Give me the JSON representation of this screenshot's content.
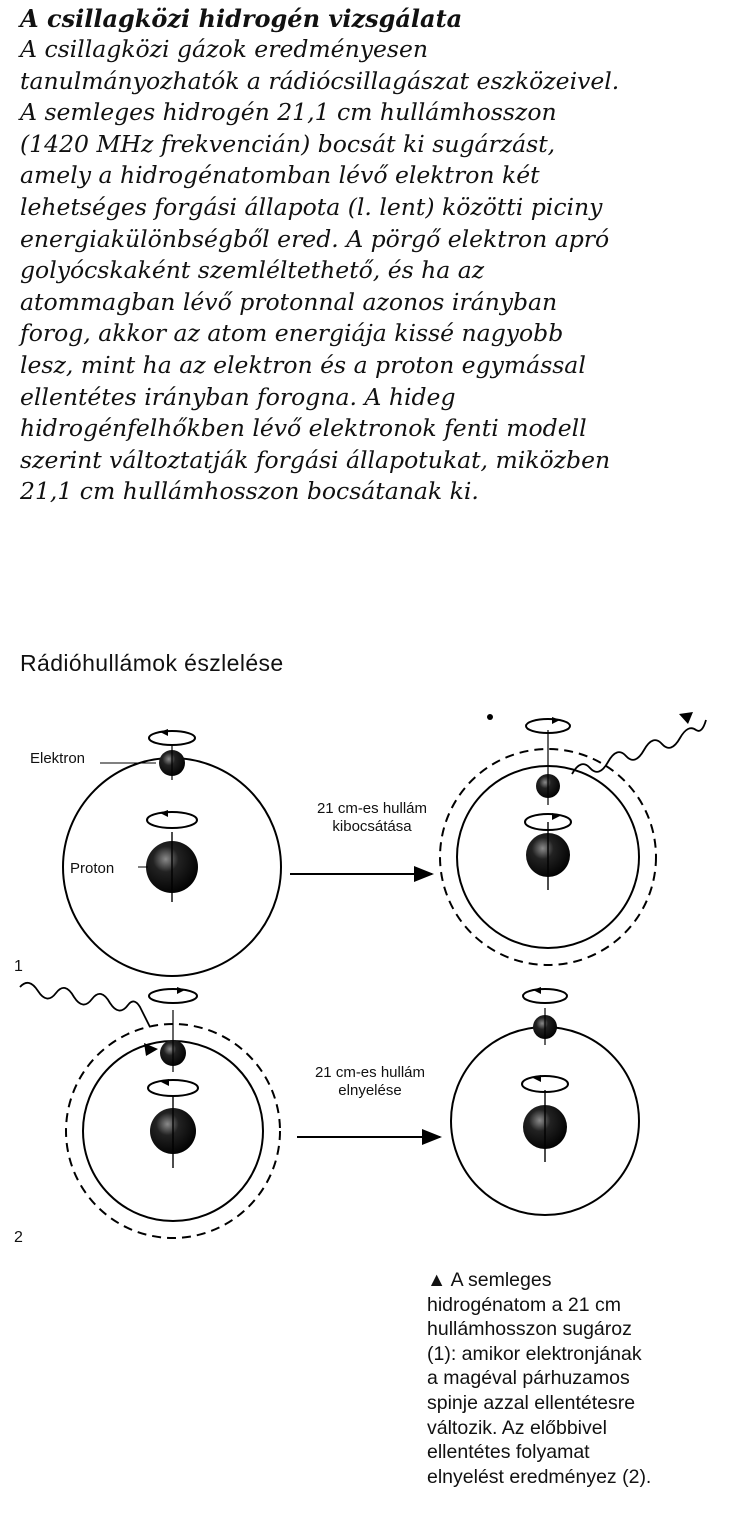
{
  "article": {
    "title": "A csillagközi hidrogén vizsgálata",
    "lines": [
      "A csillagközi gázok eredményesen",
      "tanulmányozhatók a rádiócsillagászat eszközeivel.",
      "A semleges hidrogén 21,1 cm hullámhosszon",
      "(1420 MHz frekvencián) bocsát ki sugárzást,",
      "amely a hidrogénatomban lévő elektron két",
      "lehetséges forgási állapota (l. lent) közötti piciny",
      "energiakülönbségből ered. A pörgő elektron apró",
      "golyócskaként szemléltethető, és ha az",
      "atommagban lévő protonnal azonos irányban",
      "forog, akkor az atom energiája kissé nagyobb",
      "lesz, mint ha az elektron és a proton egymással",
      "ellentétes irányban forogna. A hideg",
      "hidrogénfelhőkben lévő elektronok fenti modell",
      "szerint változtatják forgási állapotukat, miközben",
      "21,1 cm hullámhosszon bocsátanak ki."
    ]
  },
  "section": {
    "title": "Rádióhullámok észlelése"
  },
  "diagram": {
    "electron_label": "Elektron",
    "proton_label": "Proton",
    "emission_label_line1": "21 cm-es hullám",
    "emission_label_line2": "kibocsátása",
    "absorption_label_line1": "21 cm-es hullám",
    "absorption_label_line2": "elnyelése",
    "marker_1": "1",
    "marker_2": "2"
  },
  "caption": {
    "lines": [
      "▲ A semleges",
      "hidrogénatom a 21 cm",
      "hullámhosszon sugároz",
      "(1): amikor elektronjának",
      "a magéval párhuzamos",
      "spinje azzal ellentétesre",
      "változik. Az előbbivel",
      "ellentétes folyamat",
      "elnyelést eredményez (2)."
    ]
  }
}
